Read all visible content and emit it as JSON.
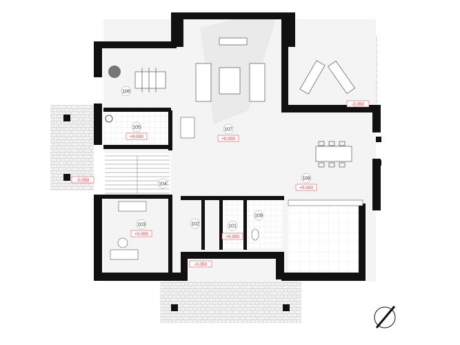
{
  "plan": {
    "rooms": [
      {
        "id": "room-106",
        "number": "106",
        "level": ""
      },
      {
        "id": "room-105",
        "number": "105",
        "level": "+0.000"
      },
      {
        "id": "room-107",
        "number": "107",
        "level": "+0.000"
      },
      {
        "id": "room-104",
        "number": "104",
        "level": ""
      },
      {
        "id": "room-108",
        "number": "108",
        "level": "+0.000"
      },
      {
        "id": "room-103",
        "number": "103",
        "level": "+0.000"
      },
      {
        "id": "room-102",
        "number": "102",
        "level": ""
      },
      {
        "id": "room-101",
        "number": "101",
        "level": "+0.000"
      },
      {
        "id": "room-109",
        "number": "109",
        "level": ""
      }
    ],
    "terrace_levels": {
      "terrace_ne": "-0.050",
      "terrace_w": "-0.050",
      "terrace_s": "-0.050"
    },
    "colors": {
      "wall": "#111111",
      "paving": "#c8c8c8",
      "floor_light": "#f1f1f1",
      "level_text": "#e03030"
    },
    "north_arrow_icon": "compass-north-icon"
  }
}
